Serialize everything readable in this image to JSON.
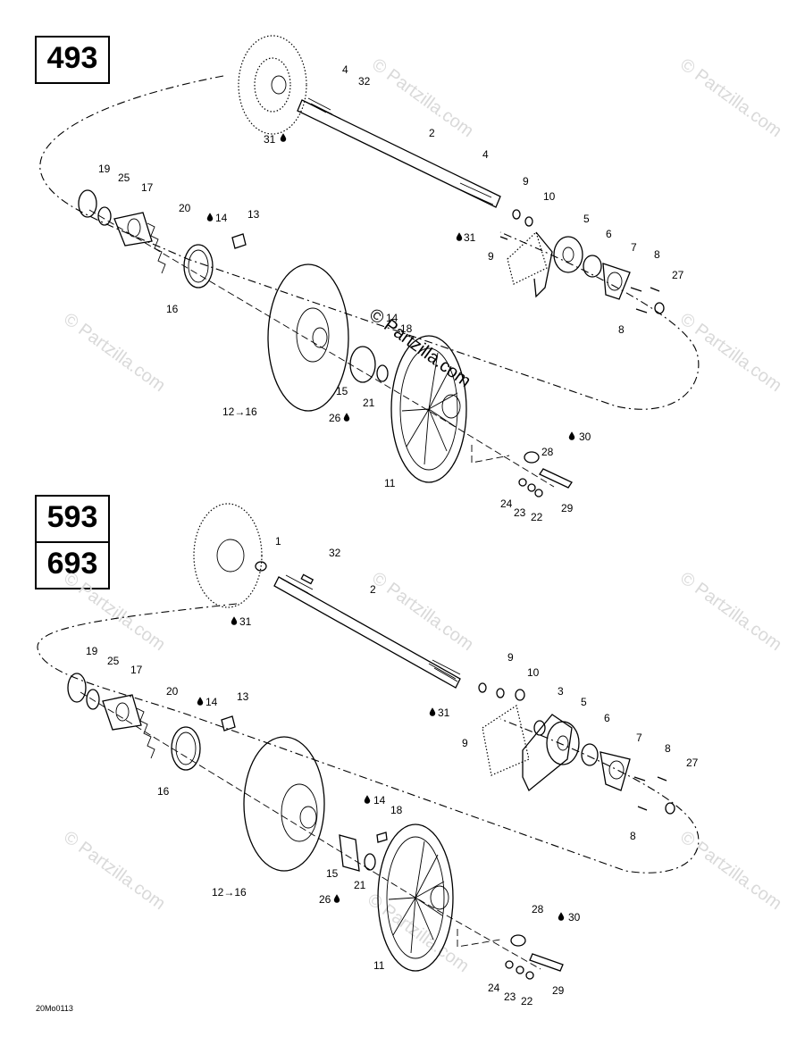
{
  "models": {
    "top": "493",
    "bottom_a": "593",
    "bottom_b": "693"
  },
  "watermark": "© Partzilla.com",
  "arrow_range_label": "12→16",
  "part_labels": {
    "top": {
      "p4a": "4",
      "p32": "32",
      "p31a": "31",
      "p2": "2",
      "p4b": "4",
      "p9a": "9",
      "p10": "10",
      "p31b": "31",
      "p5": "5",
      "p6": "6",
      "p7": "7",
      "p9b": "9",
      "p8a": "8",
      "p27": "27",
      "p8b": "8",
      "p19": "19",
      "p25": "25",
      "p17": "17",
      "p20": "20",
      "p14a": "14",
      "p13": "13",
      "p16": "16",
      "p14b": "14",
      "p18": "18",
      "p15": "15",
      "p21": "21",
      "p26": "26",
      "p11": "11",
      "p28": "28",
      "p30": "30",
      "p24": "24",
      "p23": "23",
      "p22": "22",
      "p29": "29"
    },
    "bottom": {
      "p1": "1",
      "p32": "32",
      "p2": "2",
      "p31a": "31",
      "p9a": "9",
      "p10": "10",
      "p31b": "31",
      "p3": "3",
      "p5": "5",
      "p6": "6",
      "p7": "7",
      "p9b": "9",
      "p8a": "8",
      "p27": "27",
      "p8b": "8",
      "p19": "19",
      "p25": "25",
      "p17": "17",
      "p20": "20",
      "p14a": "14",
      "p13": "13",
      "p16": "16",
      "p14b": "14",
      "p18": "18",
      "p15": "15",
      "p21": "21",
      "p26": "26",
      "p11": "11",
      "p28": "28",
      "p30": "30",
      "p24": "24",
      "p23": "23",
      "p22": "22",
      "p29": "29"
    }
  },
  "footer_code": "20Mo0113",
  "colors": {
    "line": "#000000",
    "watermark": "#d9d9d9",
    "background": "#ffffff"
  },
  "icons": {
    "grease": "drop-icon",
    "leader_arrow": "arrow-icon"
  }
}
